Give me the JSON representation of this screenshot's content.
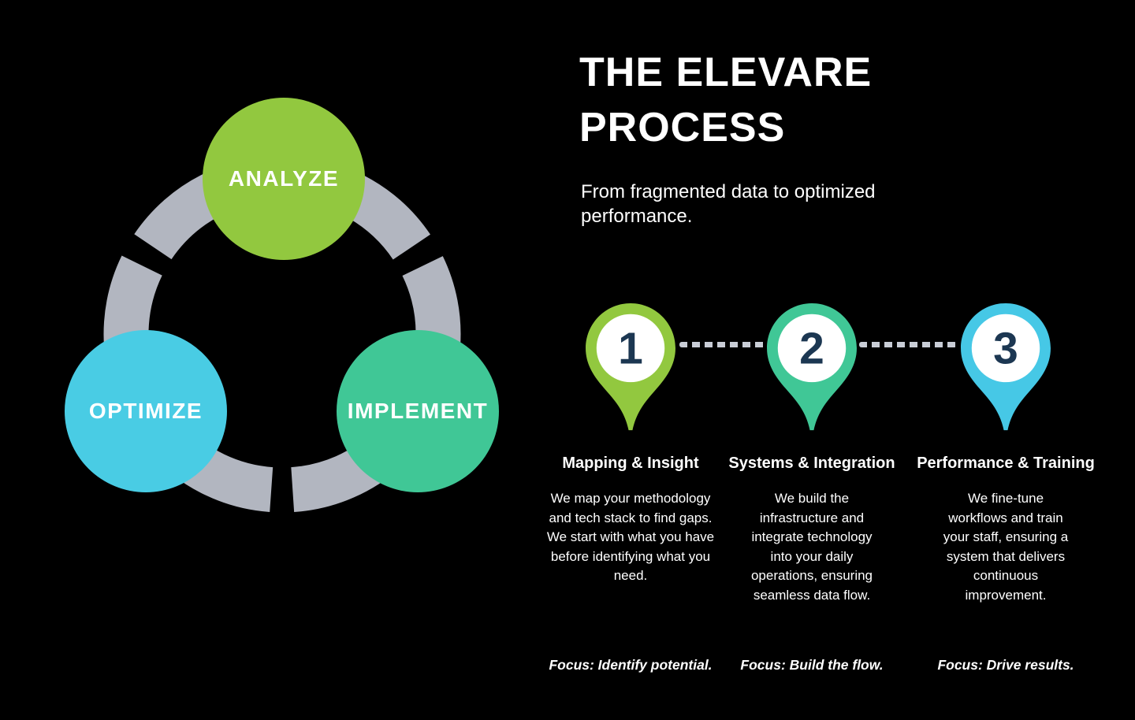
{
  "page": {
    "background": "#000000"
  },
  "cycle_diagram": {
    "ring_color": "#b2b6c0",
    "nodes": [
      {
        "label": "ANALYZE",
        "color": "#92c83f"
      },
      {
        "label": "OPTIMIZE",
        "color": "#49cce4"
      },
      {
        "label": "IMPLEMENT",
        "color": "#40c796"
      }
    ]
  },
  "header": {
    "title_line1": "THE ELEVARE",
    "title_line2": "PROCESS",
    "subtitle": "From fragmented data to optimized performance."
  },
  "steps": [
    {
      "number": "1",
      "pin_color": "#92c83f",
      "title": "Mapping & Insight",
      "description": "We map your methodology and tech stack to find gaps. We start with what you have before identifying what you need.",
      "focus": "Focus: Identify potential."
    },
    {
      "number": "2",
      "pin_color": "#40c796",
      "title": "Systems & Integration",
      "description": "We build the infrastructure and integrate technology into your daily operations, ensuring seamless data flow.",
      "focus": "Focus: Build the flow."
    },
    {
      "number": "3",
      "pin_color": "#46c8e6",
      "title": "Performance & Training",
      "description": "We fine-tune workflows and train your staff, ensuring a system that delivers continuous improvement.",
      "focus": "Focus: Drive results."
    }
  ],
  "colors": {
    "number_navy": "#1c3752",
    "dash": "#c9cdd6",
    "text": "#ffffff"
  }
}
